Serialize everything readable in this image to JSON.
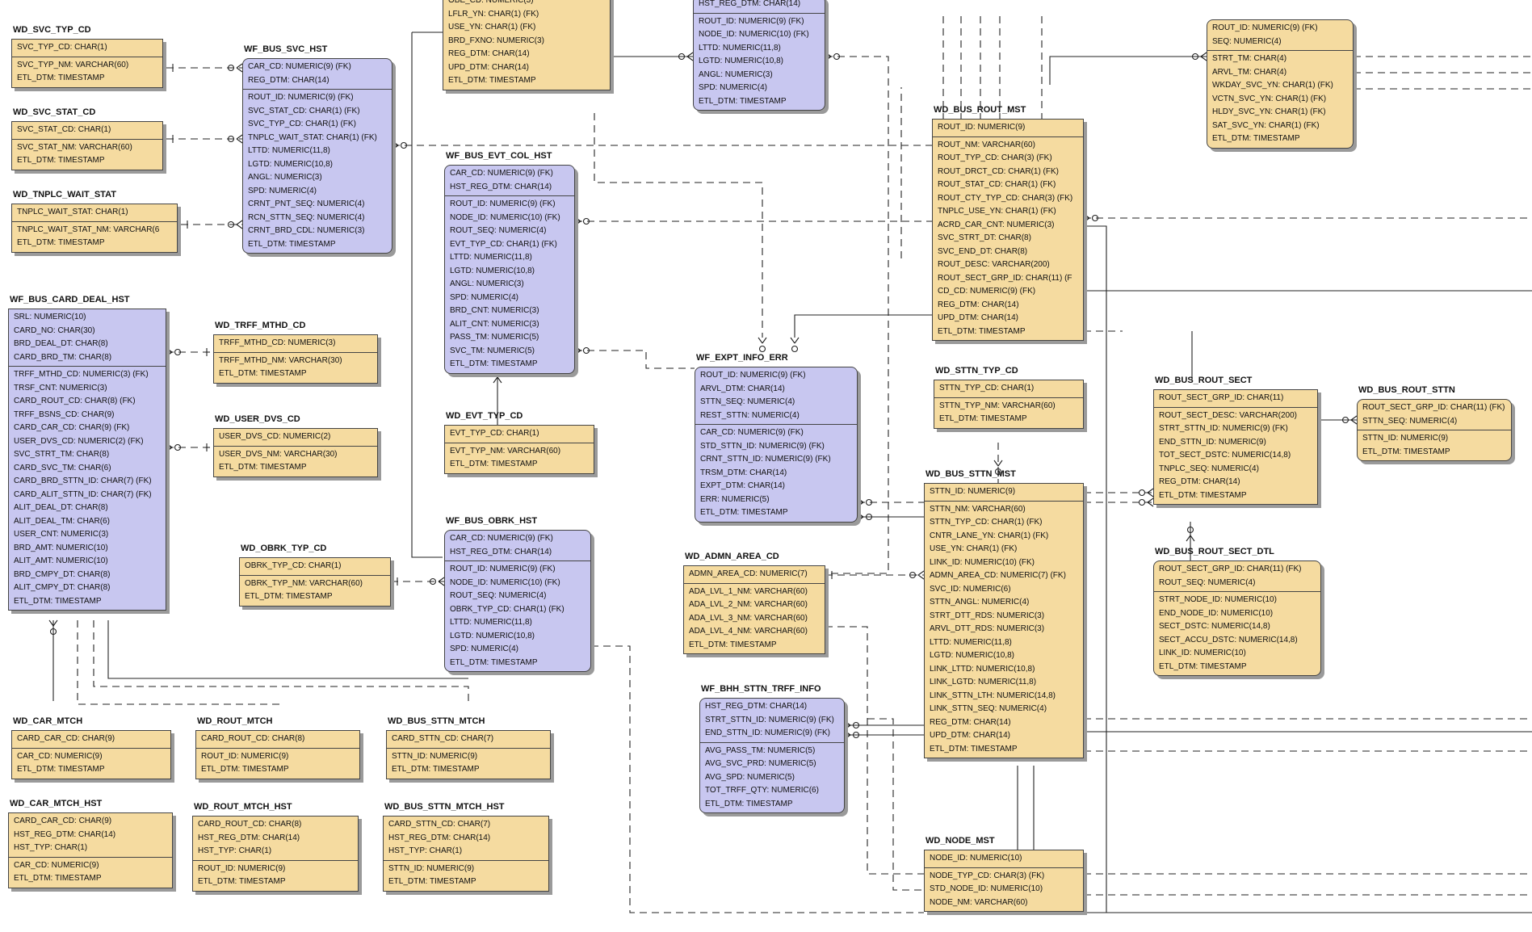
{
  "entities": {
    "wd_svc_typ_cd": {
      "name": "WD_SVC_TYP_CD",
      "pk": [
        "SVC_TYP_CD: CHAR(1)"
      ],
      "attrs": [
        "SVC_TYP_NM: VARCHAR(60)",
        "ETL_DTM: TIMESTAMP"
      ]
    },
    "wd_svc_stat_cd": {
      "name": "WD_SVC_STAT_CD",
      "pk": [
        "SVC_STAT_CD: CHAR(1)"
      ],
      "attrs": [
        "SVC_STAT_NM: VARCHAR(60)",
        "ETL_DTM: TIMESTAMP"
      ]
    },
    "wd_tnplc_wait_stat": {
      "name": "WD_TNPLC_WAIT_STAT",
      "pk": [
        "TNPLC_WAIT_STAT: CHAR(1)"
      ],
      "attrs": [
        "TNPLC_WAIT_STAT_NM: VARCHAR(6",
        "ETL_DTM: TIMESTAMP"
      ]
    },
    "wf_bus_svc_hst": {
      "name": "WF_BUS_SVC_HST",
      "pk": [
        "CAR_CD: NUMERIC(9) (FK)",
        "REG_DTM: CHAR(14)"
      ],
      "attrs": [
        "ROUT_ID: NUMERIC(9) (FK)",
        "SVC_STAT_CD: CHAR(1) (FK)",
        "SVC_TYP_CD: CHAR(1) (FK)",
        "TNPLC_WAIT_STAT: CHAR(1) (FK)",
        "LTTD: NUMERIC(11,8)",
        "LGTD: NUMERIC(10,8)",
        "ANGL: NUMERIC(3)",
        "SPD: NUMERIC(4)",
        "CRNT_PNT_SEQ: NUMERIC(4)",
        "RCN_STTN_SEQ: NUMERIC(4)",
        "CRNT_BRD_CDL: NUMERIC(3)",
        "ETL_DTM: TIMESTAMP"
      ]
    },
    "wf_top_center": {
      "name": "",
      "pk": [
        "OBE_CD: NUMERIC(3)",
        "LFLR_YN: CHAR(1) (FK)",
        "USE_YN: CHAR(1) (FK)",
        "BRD_FXNO: NUMERIC(3)",
        "REG_DTM: CHAR(14)",
        "UPD_DTM: CHAR(14)",
        "ETL_DTM: TIMESTAMP"
      ],
      "attrs": []
    },
    "wf_top_right": {
      "name": "",
      "pk": [
        "HST_REG_DTM: CHAR(14)"
      ],
      "attrs": [
        "ROUT_ID: NUMERIC(9) (FK)",
        "NODE_ID: NUMERIC(10) (FK)",
        "LTTD: NUMERIC(11,8)",
        "LGTD: NUMERIC(10,8)",
        "ANGL: NUMERIC(3)",
        "SPD: NUMERIC(4)",
        "ETL_DTM: TIMESTAMP"
      ]
    },
    "wf_bus_evt_col_hst": {
      "name": "WF_BUS_EVT_COL_HST",
      "pk": [
        "CAR_CD: NUMERIC(9) (FK)",
        "HST_REG_DTM: CHAR(14)"
      ],
      "attrs": [
        "ROUT_ID: NUMERIC(9) (FK)",
        "NODE_ID: NUMERIC(10) (FK)",
        "ROUT_SEQ: NUMERIC(4)",
        "EVT_TYP_CD: CHAR(1) (FK)",
        "LTTD: NUMERIC(11,8)",
        "LGTD: NUMERIC(10,8)",
        "ANGL: NUMERIC(3)",
        "SPD: NUMERIC(4)",
        "BRD_CNT: NUMERIC(3)",
        "ALIT_CNT: NUMERIC(3)",
        "PASS_TM: NUMERIC(5)",
        "SVC_TM: NUMERIC(5)",
        "ETL_DTM: TIMESTAMP"
      ]
    },
    "wd_bus_rout_mst": {
      "name": "WD_BUS_ROUT_MST",
      "pk": [
        "ROUT_ID: NUMERIC(9)"
      ],
      "attrs": [
        "ROUT_NM: VARCHAR(60)",
        "ROUT_TYP_CD: CHAR(3) (FK)",
        "ROUT_DRCT_CD: CHAR(1) (FK)",
        "ROUT_STAT_CD: CHAR(1) (FK)",
        "ROUT_CTY_TYP_CD: CHAR(3) (FK)",
        "TNPLC_USE_YN: CHAR(1) (FK)",
        "ACRD_CAR_CNT: NUMERIC(3)",
        "SVC_STRT_DT: CHAR(8)",
        "SVC_END_DT: CHAR(8)",
        "ROUT_DESC: VARCHAR(200)",
        "ROUT_SECT_GRP_ID: CHAR(11) (F",
        "CD_CD: NUMERIC(9) (FK)",
        "REG_DTM: CHAR(14)",
        "UPD_DTM: CHAR(14)",
        "ETL_DTM: TIMESTAMP"
      ]
    },
    "wf_top_far_right": {
      "name": "",
      "pk": [
        "ROUT_ID: NUMERIC(9) (FK)",
        "SEQ: NUMERIC(4)"
      ],
      "attrs": [
        "STRT_TM: CHAR(4)",
        "ARVL_TM: CHAR(4)",
        "WKDAY_SVC_YN: CHAR(1) (FK)",
        "VCTN_SVC_YN: CHAR(1) (FK)",
        "HLDY_SVC_YN: CHAR(1) (FK)",
        "SAT_SVC_YN: CHAR(1) (FK)",
        "ETL_DTM: TIMESTAMP"
      ]
    },
    "wf_bus_card_deal_hst": {
      "name": "WF_BUS_CARD_DEAL_HST",
      "pk": [
        "SRL: NUMERIC(10)",
        "CARD_NO: CHAR(30)",
        "BRD_DEAL_DT: CHAR(8)",
        "CARD_BRD_TM: CHAR(8)"
      ],
      "attrs": [
        "TRFF_MTHD_CD: NUMERIC(3) (FK)",
        "TRSF_CNT: NUMERIC(3)",
        "CARD_ROUT_CD: CHAR(8) (FK)",
        "TRFF_BSNS_CD: CHAR(9)",
        "CARD_CAR_CD: CHAR(9) (FK)",
        "USER_DVS_CD: NUMERIC(2) (FK)",
        "SVC_STRT_TM: CHAR(8)",
        "CARD_SVC_TM: CHAR(6)",
        "CARD_BRD_STTN_ID: CHAR(7) (FK)",
        "CARD_ALIT_STTN_ID: CHAR(7) (FK)",
        "ALIT_DEAL_DT: CHAR(8)",
        "ALIT_DEAL_TM: CHAR(6)",
        "USER_CNT: NUMERIC(3)",
        "BRD_AMT: NUMERIC(10)",
        "ALIT_AMT: NUMERIC(10)",
        "BRD_CMPY_DT: CHAR(8)",
        "ALIT_CMPY_DT: CHAR(8)",
        "ETL_DTM: TIMESTAMP"
      ]
    },
    "wd_trff_mthd_cd": {
      "name": "WD_TRFF_MTHD_CD",
      "pk": [
        "TRFF_MTHD_CD: NUMERIC(3)"
      ],
      "attrs": [
        "TRFF_MTHD_NM: VARCHAR(30)",
        "ETL_DTM: TIMESTAMP"
      ]
    },
    "wd_user_dvs_cd": {
      "name": "WD_USER_DVS_CD",
      "pk": [
        "USER_DVS_CD: NUMERIC(2)"
      ],
      "attrs": [
        "USER_DVS_NM: VARCHAR(30)",
        "ETL_DTM: TIMESTAMP"
      ]
    },
    "wd_obrk_typ_cd": {
      "name": "WD_OBRK_TYP_CD",
      "pk": [
        "OBRK_TYP_CD: CHAR(1)"
      ],
      "attrs": [
        "OBRK_TYP_NM: VARCHAR(60)",
        "ETL_DTM: TIMESTAMP"
      ]
    },
    "wd_evt_typ_cd": {
      "name": "WD_EVT_TYP_CD",
      "pk": [
        "EVT_TYP_CD: CHAR(1)"
      ],
      "attrs": [
        "EVT_TYP_NM: VARCHAR(60)",
        "ETL_DTM: TIMESTAMP"
      ]
    },
    "wf_bus_obrk_hst": {
      "name": "WF_BUS_OBRK_HST",
      "pk": [
        "CAR_CD: NUMERIC(9) (FK)",
        "HST_REG_DTM: CHAR(14)"
      ],
      "attrs": [
        "ROUT_ID: NUMERIC(9) (FK)",
        "NODE_ID: NUMERIC(10) (FK)",
        "ROUT_SEQ: NUMERIC(4)",
        "OBRK_TYP_CD: CHAR(1) (FK)",
        "LTTD: NUMERIC(11,8)",
        "LGTD: NUMERIC(10,8)",
        "SPD: NUMERIC(4)",
        "ETL_DTM: TIMESTAMP"
      ]
    },
    "wf_expt_info_err": {
      "name": "WF_EXPT_INFO_ERR",
      "pk": [
        "ROUT_ID: NUMERIC(9) (FK)",
        "ARVL_DTM: CHAR(14)",
        "STTN_SEQ: NUMERIC(4)",
        "REST_STTN: NUMERIC(4)"
      ],
      "attrs": [
        "CAR_CD: NUMERIC(9) (FK)",
        "STD_STTN_ID: NUMERIC(9) (FK)",
        "CRNT_STTN_ID: NUMERIC(9) (FK)",
        "TRSM_DTM: CHAR(14)",
        "EXPT_DTM: CHAR(14)",
        "ERR: NUMERIC(5)",
        "ETL_DTM: TIMESTAMP"
      ]
    },
    "wd_sttn_typ_cd": {
      "name": "WD_STTN_TYP_CD",
      "pk": [
        "STTN_TYP_CD: CHAR(1)"
      ],
      "attrs": [
        "STTN_TYP_NM: VARCHAR(60)",
        "ETL_DTM: TIMESTAMP"
      ]
    },
    "wd_bus_rout_sect": {
      "name": "WD_BUS_ROUT_SECT",
      "pk": [
        "ROUT_SECT_GRP_ID: CHAR(11)"
      ],
      "attrs": [
        "ROUT_SECT_DESC: VARCHAR(200)",
        "STRT_STTN_ID: NUMERIC(9) (FK)",
        "END_STTN_ID: NUMERIC(9)",
        "TOT_SECT_DSTC: NUMERIC(14,8)",
        "TNPLC_SEQ: NUMERIC(4)",
        "REG_DTM: CHAR(14)",
        "ETL_DTM: TIMESTAMP"
      ]
    },
    "wd_bus_rout_sttn": {
      "name": "WD_BUS_ROUT_STTN",
      "pk": [
        "ROUT_SECT_GRP_ID: CHAR(11) (FK)",
        "STTN_SEQ: NUMERIC(4)"
      ],
      "attrs": [
        "STTN_ID: NUMERIC(9)",
        "ETL_DTM: TIMESTAMP"
      ]
    },
    "wd_bus_sttn_mst": {
      "name": "WD_BUS_STTN_MST",
      "pk": [
        "STTN_ID: NUMERIC(9)"
      ],
      "attrs": [
        "STTN_NM: VARCHAR(60)",
        "STTN_TYP_CD: CHAR(1) (FK)",
        "CNTR_LANE_YN: CHAR(1) (FK)",
        "USE_YN: CHAR(1) (FK)",
        "LINK_ID: NUMERIC(10) (FK)",
        "ADMN_AREA_CD: NUMERIC(7) (FK)",
        "SVC_ID: NUMERIC(6)",
        "STTN_ANGL: NUMERIC(4)",
        "STRT_DTT_RDS: NUMERIC(3)",
        "ARVL_DTT_RDS: NUMERIC(3)",
        "LTTD: NUMERIC(11,8)",
        "LGTD: NUMERIC(10,8)",
        "LINK_LTTD: NUMERIC(10,8)",
        "LINK_LGTD: NUMERIC(11,8)",
        "LINK_STTN_LTH: NUMERIC(14,8)",
        "LINK_STTN_SEQ: NUMERIC(4)",
        "REG_DTM: CHAR(14)",
        "UPD_DTM: CHAR(14)",
        "ETL_DTM: TIMESTAMP"
      ]
    },
    "wd_admn_area_cd": {
      "name": "WD_ADMN_AREA_CD",
      "pk": [
        "ADMN_AREA_CD: NUMERIC(7)"
      ],
      "attrs": [
        "ADA_LVL_1_NM: VARCHAR(60)",
        "ADA_LVL_2_NM: VARCHAR(60)",
        "ADA_LVL_3_NM: VARCHAR(60)",
        "ADA_LVL_4_NM: VARCHAR(60)",
        "ETL_DTM: TIMESTAMP"
      ]
    },
    "wd_bus_rout_sect_dtl": {
      "name": "WD_BUS_ROUT_SECT_DTL",
      "pk": [
        "ROUT_SECT_GRP_ID: CHAR(11) (FK)",
        "ROUT_SEQ: NUMERIC(4)"
      ],
      "attrs": [
        "STRT_NODE_ID: NUMERIC(10)",
        "END_NODE_ID: NUMERIC(10)",
        "SECT_DSTC: NUMERIC(14,8)",
        "SECT_ACCU_DSTC: NUMERIC(14,8)",
        "LINK_ID: NUMERIC(10)",
        "ETL_DTM: TIMESTAMP"
      ]
    },
    "wf_bhh_sttn_trff_info": {
      "name": "WF_BHH_STTN_TRFF_INFO",
      "pk": [
        "HST_REG_DTM: CHAR(14)",
        "STRT_STTN_ID: NUMERIC(9) (FK)",
        "END_STTN_ID: NUMERIC(9) (FK)"
      ],
      "attrs": [
        "AVG_PASS_TM: NUMERIC(5)",
        "AVG_SVC_PRD: NUMERIC(5)",
        "AVG_SPD: NUMERIC(5)",
        "TOT_TRFF_QTY: NUMERIC(6)",
        "ETL_DTM: TIMESTAMP"
      ]
    },
    "wd_car_mtch": {
      "name": "WD_CAR_MTCH",
      "pk": [
        "CARD_CAR_CD: CHAR(9)"
      ],
      "attrs": [
        "CAR_CD: NUMERIC(9)",
        "ETL_DTM: TIMESTAMP"
      ]
    },
    "wd_rout_mtch": {
      "name": "WD_ROUT_MTCH",
      "pk": [
        "CARD_ROUT_CD: CHAR(8)"
      ],
      "attrs": [
        "ROUT_ID: NUMERIC(9)",
        "ETL_DTM: TIMESTAMP"
      ]
    },
    "wd_bus_sttn_mtch": {
      "name": "WD_BUS_STTN_MTCH",
      "pk": [
        "CARD_STTN_CD: CHAR(7)"
      ],
      "attrs": [
        "STTN_ID: NUMERIC(9)",
        "ETL_DTM: TIMESTAMP"
      ]
    },
    "wd_car_mtch_hst": {
      "name": "WD_CAR_MTCH_HST",
      "pk": [
        "CARD_CAR_CD: CHAR(9)",
        "HST_REG_DTM: CHAR(14)",
        "HST_TYP: CHAR(1)"
      ],
      "attrs": [
        "CAR_CD: NUMERIC(9)",
        "ETL_DTM: TIMESTAMP"
      ]
    },
    "wd_rout_mtch_hst": {
      "name": "WD_ROUT_MTCH_HST",
      "pk": [
        "CARD_ROUT_CD: CHAR(8)",
        "HST_REG_DTM: CHAR(14)",
        "HST_TYP: CHAR(1)"
      ],
      "attrs": [
        "ROUT_ID: NUMERIC(9)",
        "ETL_DTM: TIMESTAMP"
      ]
    },
    "wd_bus_sttn_mtch_hst": {
      "name": "WD_BUS_STTN_MTCH_HST",
      "pk": [
        "CARD_STTN_CD: CHAR(7)",
        "HST_REG_DTM: CHAR(14)",
        "HST_TYP: CHAR(1)"
      ],
      "attrs": [
        "STTN_ID: NUMERIC(9)",
        "ETL_DTM: TIMESTAMP"
      ]
    },
    "wd_node_mst": {
      "name": "WD_NODE_MST",
      "pk": [
        "NODE_ID: NUMERIC(10)"
      ],
      "attrs": [
        "NODE_TYP_CD: CHAR(3) (FK)",
        "STD_NODE_ID: NUMERIC(10)",
        "NODE_NM: VARCHAR(60)"
      ]
    }
  },
  "colors": {
    "independent": "#f5dba0",
    "dependent": "#c8c7f0",
    "line": "#222222",
    "border": "#444444"
  }
}
